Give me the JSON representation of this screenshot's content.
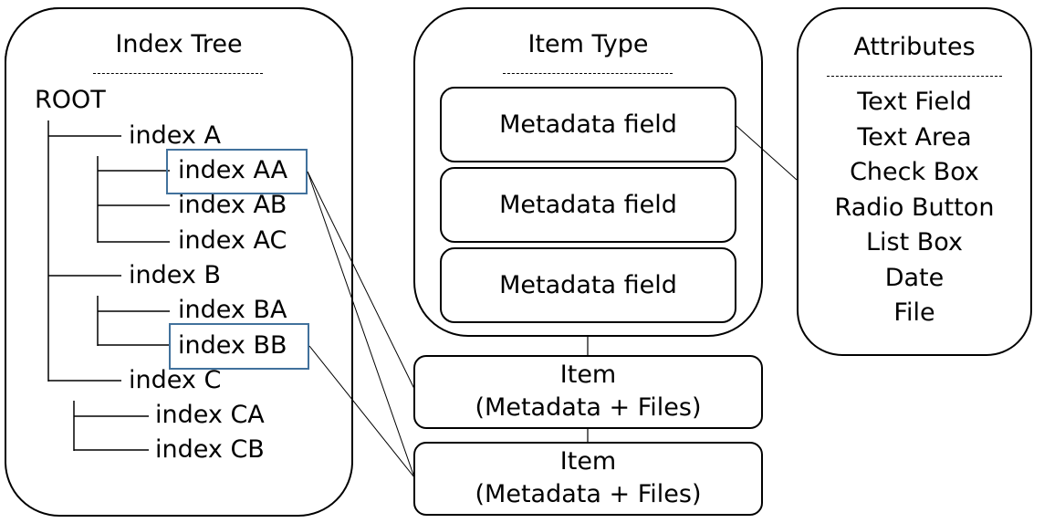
{
  "index_tree": {
    "title": "Index Tree",
    "root": "ROOT",
    "nodes": [
      {
        "label": "index A",
        "level": 1,
        "highlighted": false
      },
      {
        "label": "index AA",
        "level": 2,
        "highlighted": true
      },
      {
        "label": "index AB",
        "level": 2,
        "highlighted": false
      },
      {
        "label": "index AC",
        "level": 2,
        "highlighted": false
      },
      {
        "label": "index B",
        "level": 1,
        "highlighted": false
      },
      {
        "label": "index BA",
        "level": 2,
        "highlighted": false
      },
      {
        "label": "index BB",
        "level": 2,
        "highlighted": true
      },
      {
        "label": "index C",
        "level": 1,
        "highlighted": false
      },
      {
        "label": "index CA",
        "level": 2,
        "highlighted": false
      },
      {
        "label": "index CB",
        "level": 2,
        "highlighted": false
      }
    ]
  },
  "item_type": {
    "title": "Item Type",
    "fields": [
      "Metadata field",
      "Metadata field",
      "Metadata field"
    ]
  },
  "attributes": {
    "title": "Attributes",
    "items": [
      "Text Field",
      "Text Area",
      "Check Box",
      "Radio Button",
      "List Box",
      "Date",
      "File"
    ]
  },
  "items": [
    {
      "line1": "Item",
      "line2": "(Metadata + Files)"
    },
    {
      "line1": "Item",
      "line2": "(Metadata + Files)"
    }
  ],
  "colors": {
    "highlight": "#41719C",
    "line": "#000000"
  }
}
